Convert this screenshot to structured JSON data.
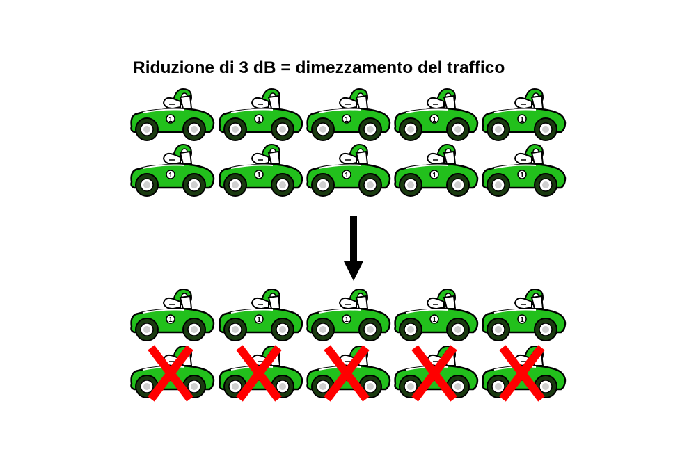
{
  "title": "Riduzione di 3 dB = dimezzamento del traffico",
  "car_number": "1",
  "colors": {
    "car_body": "#22c01c",
    "outline": "#000000",
    "tire": "#1a3a10",
    "cross": "#ff0000",
    "arrow": "#000000"
  },
  "groups": [
    {
      "id": "before",
      "rows": [
        {
          "cars": 5,
          "crossed": false
        },
        {
          "cars": 5,
          "crossed": false
        }
      ]
    },
    {
      "id": "after",
      "rows": [
        {
          "cars": 5,
          "crossed": false
        },
        {
          "cars": 5,
          "crossed": true
        }
      ]
    }
  ],
  "icons": {
    "car": "race-car-icon",
    "arrow": "arrow-down-icon",
    "cross": "cross-mark-icon"
  }
}
